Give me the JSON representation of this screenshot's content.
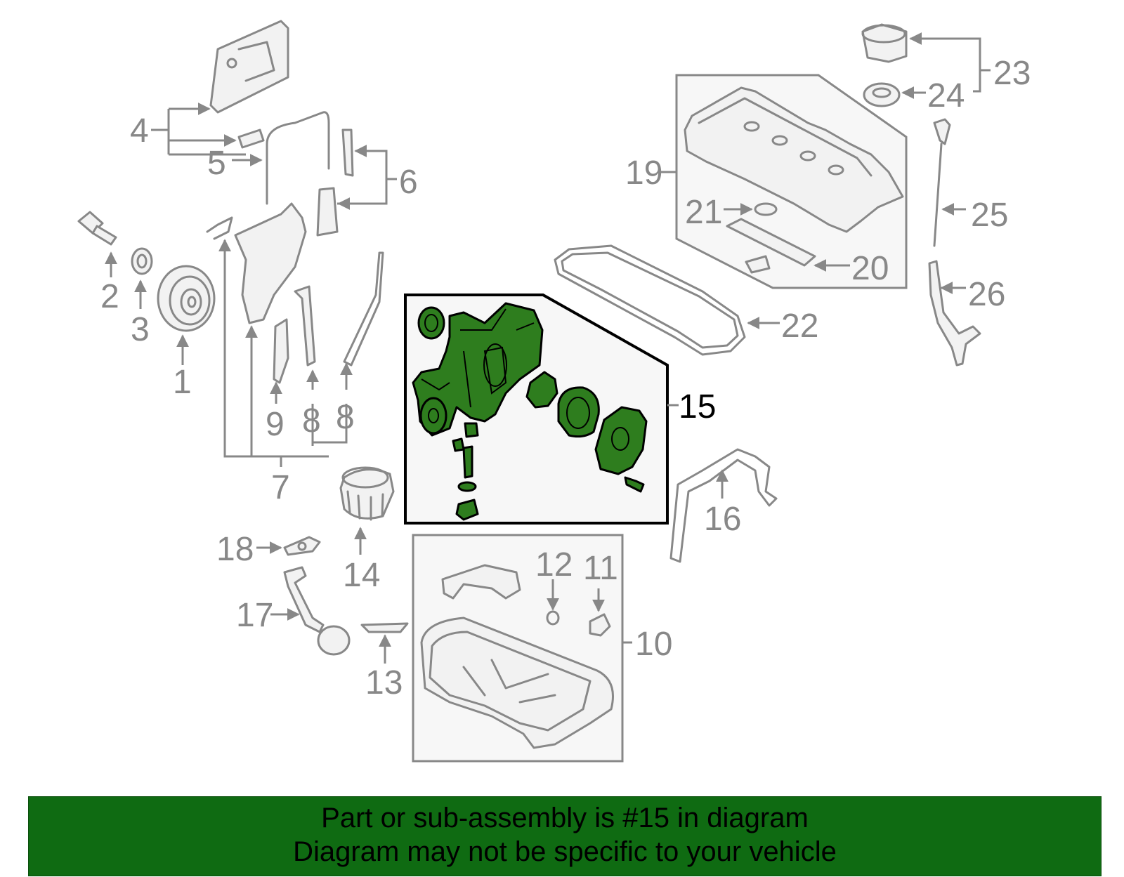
{
  "callouts": {
    "n1": "1",
    "n2": "2",
    "n3": "3",
    "n4": "4",
    "n5": "5",
    "n6": "6",
    "n7": "7",
    "n8a": "8",
    "n8b": "8",
    "n9": "9",
    "n10": "10",
    "n11": "11",
    "n12": "12",
    "n13": "13",
    "n14": "14",
    "n15": "15",
    "n16": "16",
    "n17": "17",
    "n18": "18",
    "n19": "19",
    "n20": "20",
    "n21": "21",
    "n22": "22",
    "n23": "23",
    "n24": "24",
    "n25": "25",
    "n26": "26"
  },
  "highlighted_part": "15",
  "colors": {
    "highlight_fill": "#2e7d1e",
    "banner_background": "#0f6b12",
    "line_gray": "#888888"
  },
  "banner": {
    "line1": "Part or sub-assembly is #15 in diagram",
    "line2": "Diagram may not be specific to your vehicle"
  }
}
